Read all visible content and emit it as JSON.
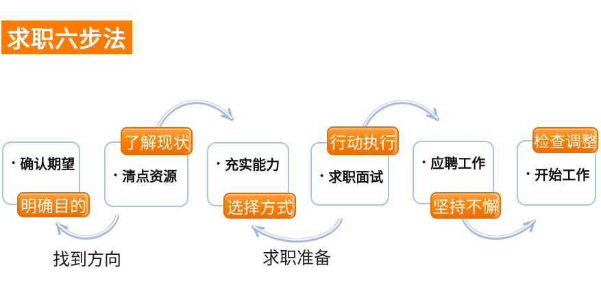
{
  "title": "求职六步法",
  "bullet": "•",
  "steps": [
    {
      "box_text": "确认期望",
      "tag_text": "明确目的",
      "tag_position": "below"
    },
    {
      "box_text": "清点资源",
      "tag_text": "了解现状",
      "tag_position": "above"
    },
    {
      "box_text": "充实能力",
      "tag_text": "选择方式",
      "tag_position": "below"
    },
    {
      "box_text": "求职面试",
      "tag_text": "行动执行",
      "tag_position": "above"
    },
    {
      "box_text": "应聘工作",
      "tag_text": "坚持不懈",
      "tag_position": "below"
    },
    {
      "box_text": "开始工作",
      "tag_text": "检查调整",
      "tag_position": "above"
    }
  ],
  "phase_labels": [
    {
      "text": "找到方向"
    },
    {
      "text": "求职准备"
    }
  ],
  "colors": {
    "accent_orange": "#ff7a00",
    "tag_border": "#ea6c00",
    "box_border": "#a6c4e7",
    "arrow_blue": "#a3badb",
    "arrow_highlight": "#f2f6fc",
    "text_black": "#111111",
    "tag_text_color": "#ffffff"
  }
}
